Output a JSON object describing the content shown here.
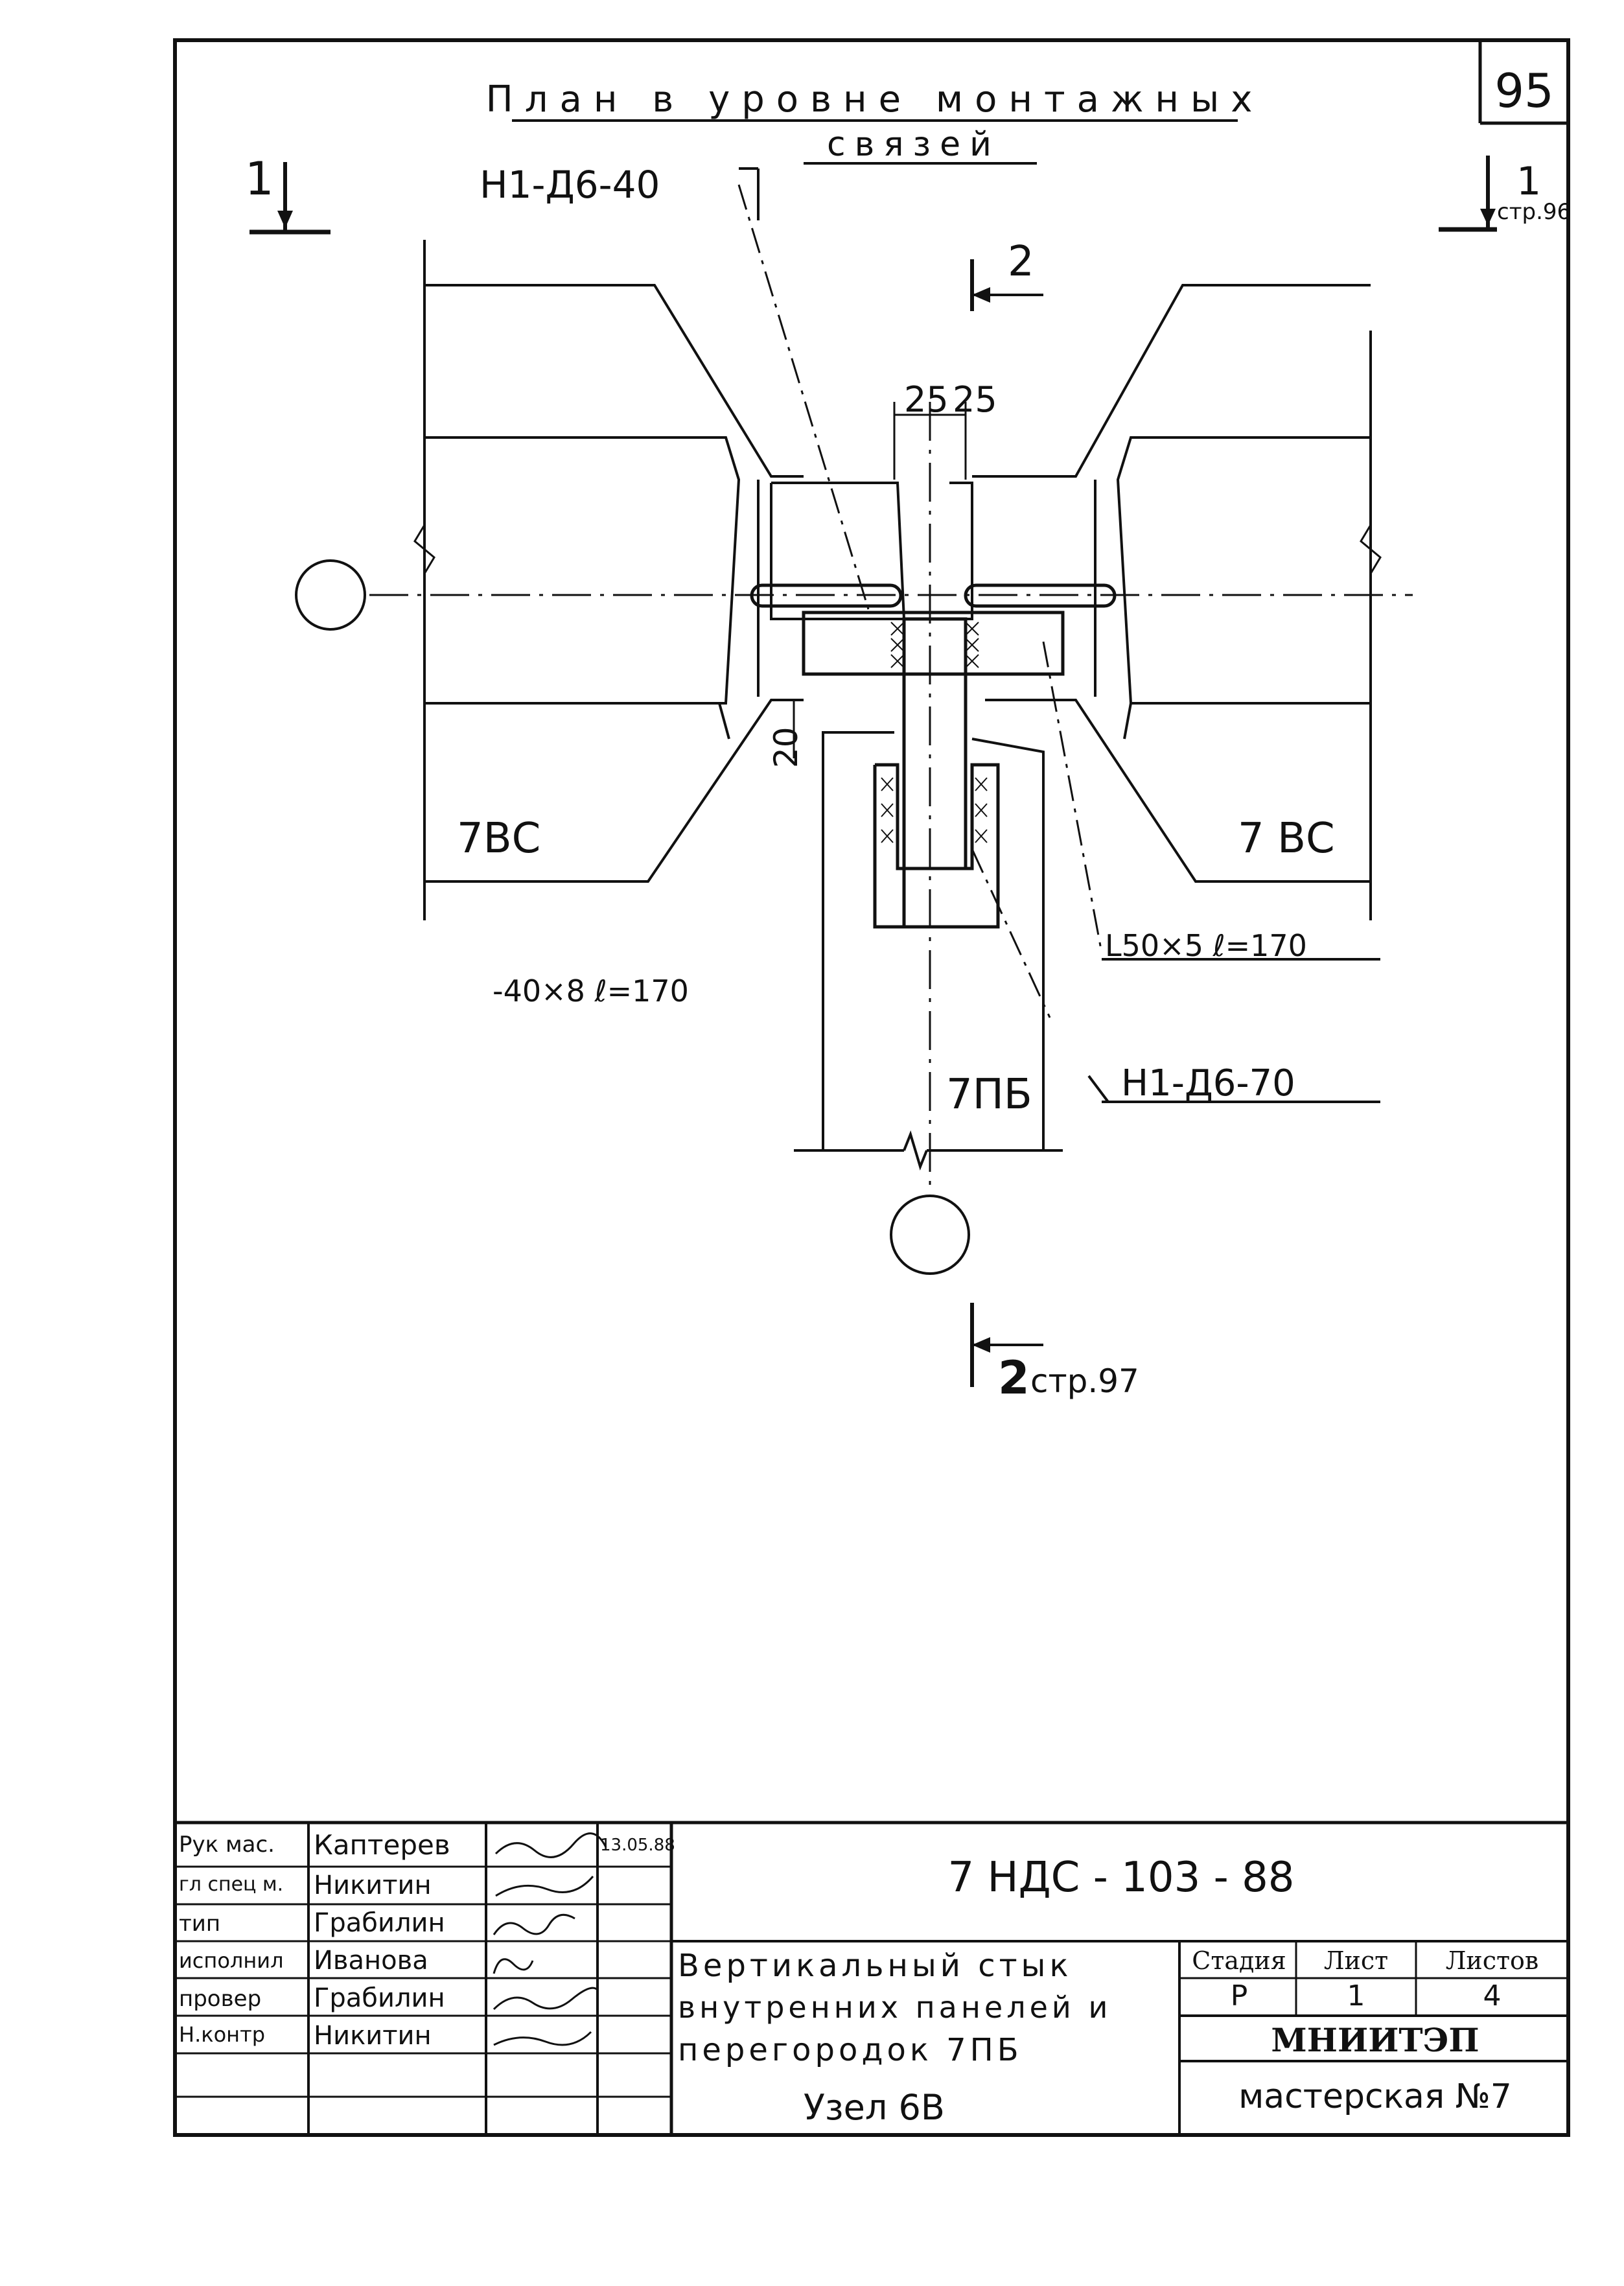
{
  "drawing": {
    "title_line1": "План в уровне монтажных",
    "title_line2": "связей",
    "page_number": "95",
    "section_1_left": "1",
    "section_1_right_num": "1",
    "section_1_right_ref": "стр.96",
    "section_2_top": "2",
    "section_2_bottom_num": "2",
    "section_2_bottom_ref": "стр.97",
    "label_h1_40": "Н1-Д6-40",
    "label_h1_70": "Н1-Д6-70",
    "dim_25_left": "25",
    "dim_25_right": "25",
    "dim_20": "20",
    "panel_left": "7ВС",
    "panel_right": "7 ВС",
    "partition": "7ПБ",
    "plate_label": "-40×8 ℓ=170",
    "angle_label": "L50×5 ℓ=170"
  },
  "title_block": {
    "rows": [
      {
        "role": "Рук мас.",
        "name": "Каптерев",
        "date": "13.05.88"
      },
      {
        "role": "гл спец м.",
        "name": "Никитин",
        "date": ""
      },
      {
        "role": "тип",
        "name": "Грабилин",
        "date": ""
      },
      {
        "role": "исполнил",
        "name": "Иванова",
        "date": ""
      },
      {
        "role": "провер",
        "name": "Грабилин",
        "date": ""
      },
      {
        "role": "Н.контр",
        "name": "Никитин",
        "date": ""
      }
    ],
    "document_code": "7 НДС - 103 - 88",
    "description_line1": "Вертикальный стык",
    "description_line2": "внутренних панелей и",
    "description_line3": "перегородок 7ПБ",
    "description_line4": "Узел 6В",
    "stage_header": "Стадия",
    "sheet_header": "Лист",
    "sheets_header": "Листов",
    "stage": "Р",
    "sheet": "1",
    "sheets": "4",
    "organization": "МНИИТЭП",
    "workshop": "мастерская №7"
  }
}
